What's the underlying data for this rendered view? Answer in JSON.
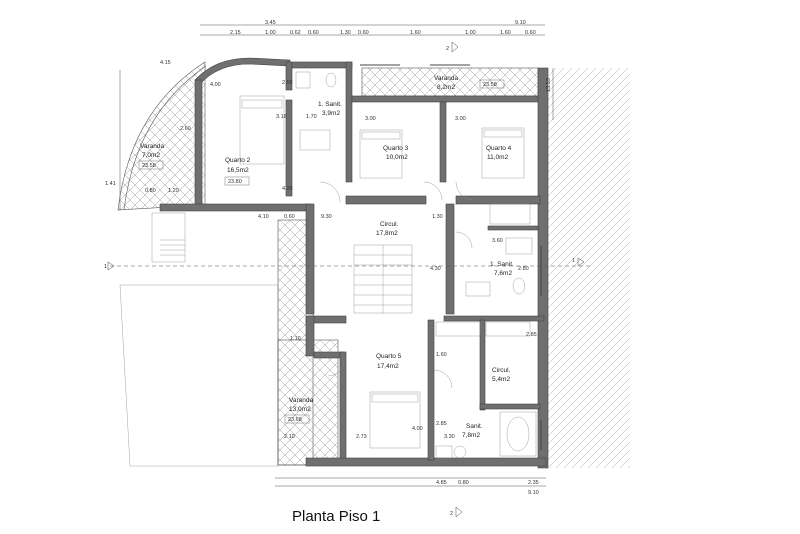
{
  "title": "Planta Piso 1",
  "rooms": [
    {
      "id": "varanda-1",
      "name": "Varanda",
      "area": "7,0m2",
      "box": "23.58"
    },
    {
      "id": "quarto-2",
      "name": "Quarto 2",
      "area": "16,5m2",
      "box": "23.80"
    },
    {
      "id": "sanit-1",
      "name": "1. Sanit.",
      "area": "3,9m2"
    },
    {
      "id": "varanda-top",
      "name": "Varanda",
      "area": "8,2m2",
      "box": "23.58"
    },
    {
      "id": "quarto-3",
      "name": "Quarto 3",
      "area": "10,0m2"
    },
    {
      "id": "quarto-4",
      "name": "Quarto 4",
      "area": "11,0m2"
    },
    {
      "id": "circul-1",
      "name": "Circul.",
      "area": "17,8m2"
    },
    {
      "id": "sanit-2",
      "name": "1. Sanit.",
      "area": "7,6m2"
    },
    {
      "id": "quarto-5",
      "name": "Quarto 5",
      "area": "17,4m2"
    },
    {
      "id": "circul-2",
      "name": "Circul.",
      "area": "5,4m2"
    },
    {
      "id": "varanda-2",
      "name": "Varanda",
      "area": "13,0m2",
      "box": "23.68"
    },
    {
      "id": "sanit-3",
      "name": "Sanit.",
      "area": "7,8m2"
    }
  ],
  "dimensions": {
    "top_overall": "9.10",
    "top_left": "3.45",
    "top_row": [
      "2.15",
      "1.00",
      "0.62",
      "0.60",
      "1.30",
      "0.60",
      "1.60",
      "1.00",
      "1.60",
      "0.60"
    ],
    "arc_radius": "4.15",
    "left_side": [
      "1.41",
      "2.60",
      "0.80",
      "1.20"
    ],
    "right_side": "13.53",
    "quarto2_w": "4.00",
    "quarto2_h": "3.18",
    "quarto2_d": "4.25",
    "sanit1_w": "1.70",
    "sanit1_d": "2.55",
    "q3_w": "3.00",
    "q4_w": "3.00",
    "circ_a": "4.10",
    "circ_b": "0.60",
    "circ_c": "9.30",
    "circ_d": "1.30",
    "circ_e": "4.30",
    "sanit2_a": "3.60",
    "sanit2_b": "2.80",
    "v2_a": "1.10",
    "v2_b": "2.10",
    "q5_a": "2.73",
    "q5_b": "4.00",
    "q5_c": "1.60",
    "circ2_a": "2.85",
    "sanit3_a": "3.30",
    "sanit3_b": "2.85",
    "bottom": [
      "4.85",
      "0.80",
      "2.35"
    ],
    "bottom_overall": "9.10",
    "section_top": "2",
    "section_bottom": "2",
    "section_left": "1",
    "section_right": "1"
  }
}
